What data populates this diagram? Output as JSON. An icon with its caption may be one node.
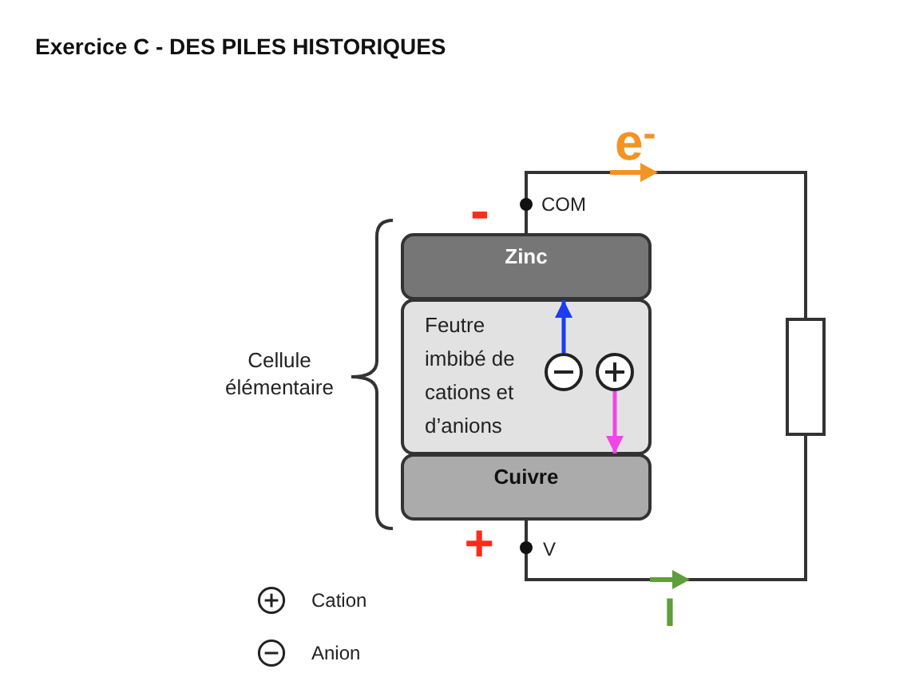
{
  "diagram": {
    "title": "Exercice C - DES PILES HISTORIQUES",
    "nodes": [
      {
        "text": [
          "Zinc"
        ]
      },
      {
        "text": [
          "Feutre imbibé de cations et d’anions"
        ]
      },
      {
        "text": [],
        "shape": "circle",
        "in": 1
      },
      {
        "text": [],
        "shape": "circle",
        "in": 1
      },
      {
        "text": [
          "Cuivre"
        ]
      },
      {
        "text": [],
        "shape": "box"
      }
    ],
    "edges": [
      {
        "from": 0,
        "to": 5,
        "arrow": "to"
      },
      {
        "from": 2,
        "to": 0,
        "arrow": "to",
        "color": "#1c3cf2"
      },
      {
        "from": 3,
        "to": 4,
        "arrow": "to",
        "color": "#f046e6"
      },
      {
        "from": 4,
        "to": 5,
        "arrow": "to"
      }
    ],
    "labels": [
      "e$^{-}$",
      "COM",
      "-",
      "Cellule élémentaire",
      "+",
      "V",
      "I"
    ],
    "legend": [
      {
        "text": "Cation"
      },
      {
        "text": "Anion"
      }
    ]
  }
}
